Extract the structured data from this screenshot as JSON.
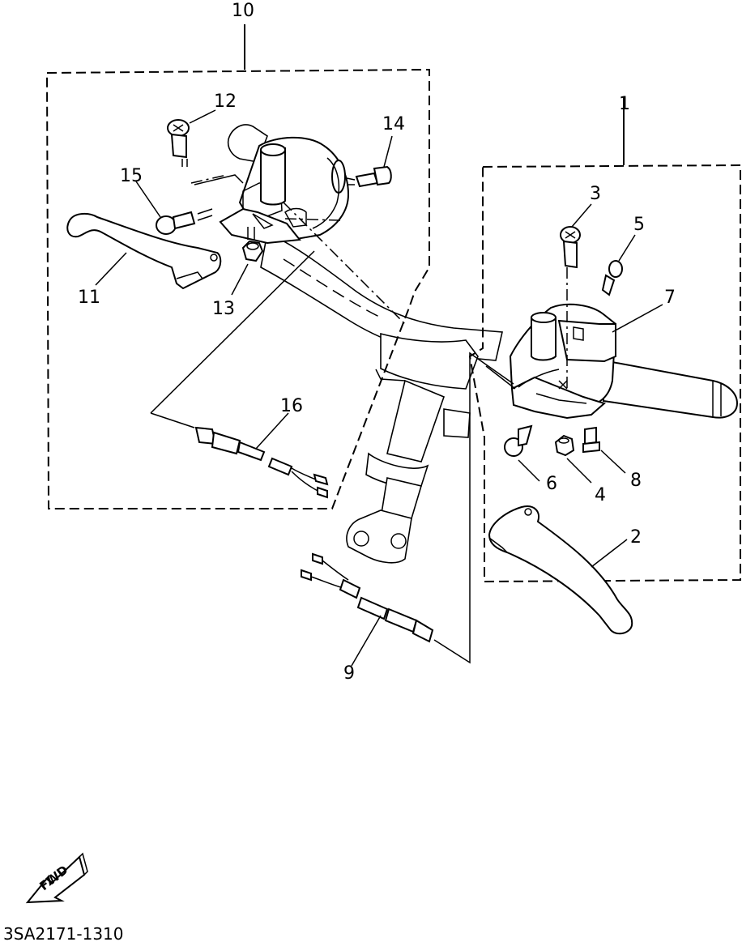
{
  "callouts": {
    "c1": "1",
    "c2": "2",
    "c3": "3",
    "c4": "4",
    "c5": "5",
    "c6": "6",
    "c7": "7",
    "c8": "8",
    "c9": "9",
    "c10": "10",
    "c11": "11",
    "c12": "12",
    "c13": "13",
    "c14": "14",
    "c15": "15",
    "c16": "16"
  },
  "fwd_label": "FWD",
  "part_code": "3SA2171-1310"
}
